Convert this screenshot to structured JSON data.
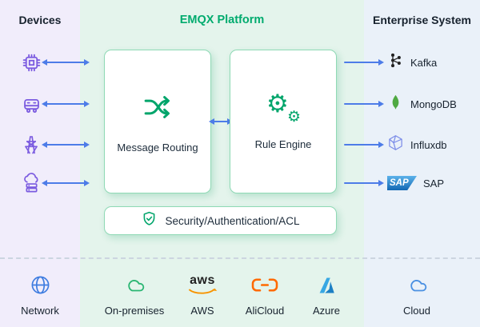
{
  "devices": {
    "title": "Devices",
    "icons": [
      "chip-icon",
      "vehicle-icon",
      "power-tower-icon",
      "cloud-server-icon"
    ]
  },
  "platform": {
    "title": "EMQX Platform",
    "boxes": [
      {
        "label": "Message Routing",
        "icon": "shuffle-icon"
      },
      {
        "label": "Rule Engine",
        "icon": "gears-icon"
      }
    ],
    "security": {
      "label": "Security/Authentication/ACL",
      "icon": "shield-check-icon"
    }
  },
  "enterprise": {
    "title": "Enterprise System",
    "items": [
      {
        "label": "Kafka",
        "icon": "kafka-icon"
      },
      {
        "label": "MongoDB",
        "icon": "mongodb-leaf-icon"
      },
      {
        "label": "Influxdb",
        "icon": "influxdb-icon"
      },
      {
        "label": "SAP",
        "icon": "sap-logo",
        "logo_text": "SAP"
      }
    ]
  },
  "deployment": {
    "items": [
      {
        "label": "Network",
        "icon": "globe-icon"
      },
      {
        "label": "On-premises",
        "icon": "cloud-outline-green-icon"
      },
      {
        "label": "AWS",
        "icon": "aws-logo",
        "logo_text": "aws"
      },
      {
        "label": "AliCloud",
        "icon": "alicloud-logo"
      },
      {
        "label": "Azure",
        "icon": "azure-logo"
      },
      {
        "label": "Cloud",
        "icon": "cloud-outline-blue-icon"
      }
    ]
  },
  "colors": {
    "accent_green": "#00ab6e",
    "device_purple": "#7b5be0",
    "arrow_blue": "#4d7ce8",
    "panel_devices_bg": "#f1edfb",
    "panel_platform_bg": "#e4f4ec",
    "panel_enterprise_bg": "#eaf1f9"
  }
}
